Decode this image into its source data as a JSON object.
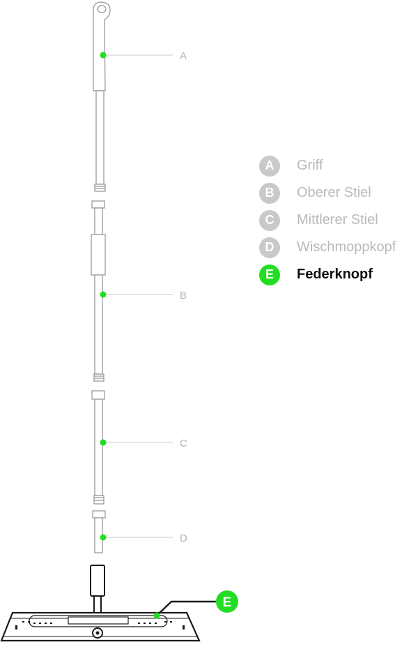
{
  "parts": [
    {
      "letter": "A",
      "label": "Griff",
      "highlighted": false
    },
    {
      "letter": "B",
      "label": "Oberer Stiel",
      "highlighted": false
    },
    {
      "letter": "C",
      "label": "Mittlerer Stiel",
      "highlighted": false
    },
    {
      "letter": "D",
      "label": "Wischmoppkopf",
      "highlighted": false
    },
    {
      "letter": "E",
      "label": "Federknopf",
      "highlighted": true
    }
  ],
  "colors": {
    "highlight": "#22dd22",
    "inactive_badge": "#c9c9c9",
    "inactive_text": "#b9b9b9",
    "active_text": "#111111",
    "line_art": "#9a9a9a",
    "callout_line": "#c8c8c8",
    "mop_head": "#1a1a1a"
  }
}
